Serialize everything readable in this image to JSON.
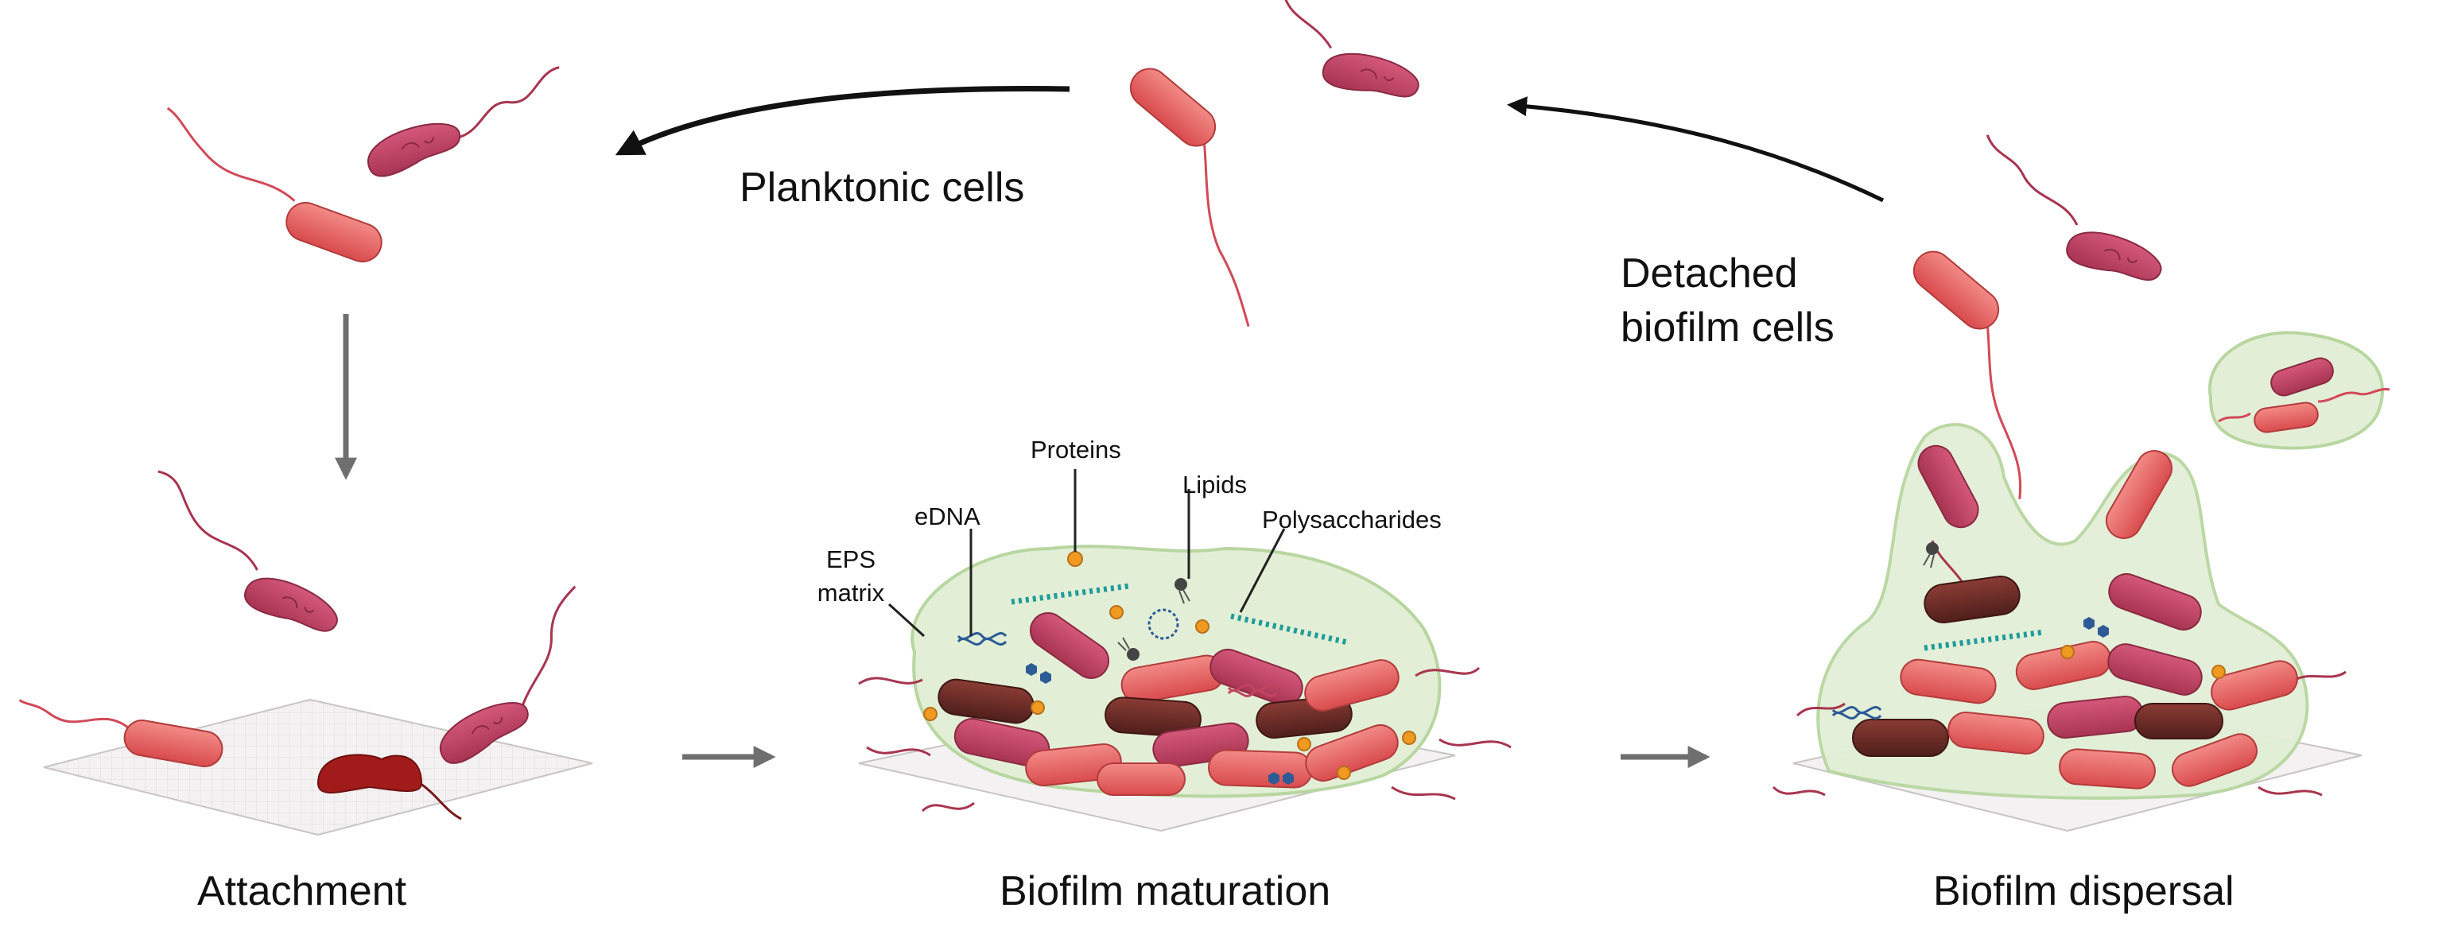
{
  "stages": {
    "attachment": "Attachment",
    "maturation": "Biofilm maturation",
    "dispersal": "Biofilm dispersal"
  },
  "cycle_labels": {
    "planktonic": "Planktonic cells",
    "detached_line1": "Detached",
    "detached_line2": "biofilm cells"
  },
  "matrix_components": {
    "proteins": "Proteins",
    "lipids": "Lipids",
    "edna": "eDNA",
    "polysaccharides": "Polysaccharides",
    "eps_line1": "EPS",
    "eps_line2": "matrix"
  },
  "colors": {
    "cell_light": "#e8605f",
    "cell_magenta": "#c24462",
    "cell_dark": "#6b2c27",
    "cell_attached": "#a11b1b",
    "matrix_fill": "#e2efd6",
    "matrix_stroke": "#b8d6a0",
    "surface": "#f1efef",
    "arrow": "#6f6f6f",
    "protein": "#f09a22",
    "polysaccharide": "#1f9b9b"
  }
}
